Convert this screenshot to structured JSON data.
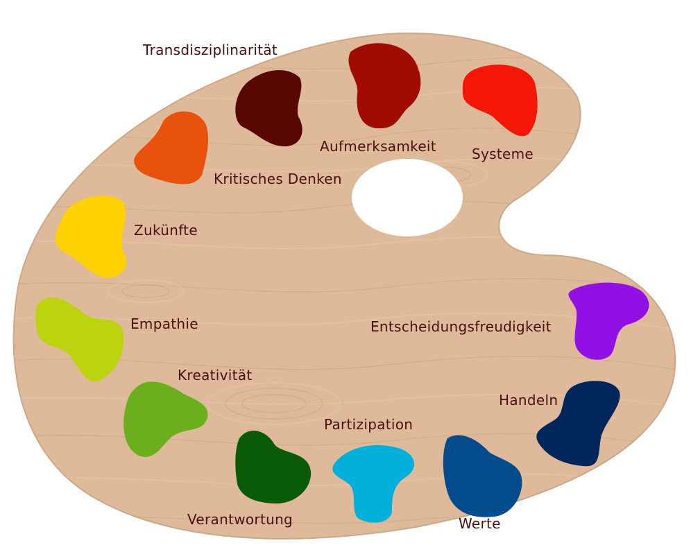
{
  "colors": {
    "wood": "#deb99a",
    "wood_edge": "#cda786",
    "label_text": "#4a0f0f",
    "background": "#ffffff"
  },
  "blobs": [
    {
      "name": "transdisziplinaritaet",
      "label": "Transdisziplinarität",
      "color": "#580600"
    },
    {
      "name": "aufmerksamkeit",
      "label": "Aufmerksamkeit",
      "color": "#a10c00"
    },
    {
      "name": "systeme",
      "label": "Systeme",
      "color": "#f51705"
    },
    {
      "name": "kritisches-denken",
      "label": "Kritisches Denken",
      "color": "#e8520d"
    },
    {
      "name": "zukuenfte",
      "label": "Zukünfte",
      "color": "#fed200"
    },
    {
      "name": "empathie",
      "label": "Empathie",
      "color": "#bbd40d"
    },
    {
      "name": "kreativitaet",
      "label": "Kreativität",
      "color": "#6caf1d"
    },
    {
      "name": "verantwortung",
      "label": "Verantwortung",
      "color": "#0a5b08"
    },
    {
      "name": "partizipation",
      "label": "Partizipation",
      "color": "#03b0db"
    },
    {
      "name": "werte",
      "label": "Werte",
      "color": "#024c8e"
    },
    {
      "name": "handeln",
      "label": "Handeln",
      "color": "#00275c"
    },
    {
      "name": "entscheidungsfreudigkeit",
      "label": "Entscheidungsfreudigkeit",
      "color": "#9110e6"
    }
  ]
}
